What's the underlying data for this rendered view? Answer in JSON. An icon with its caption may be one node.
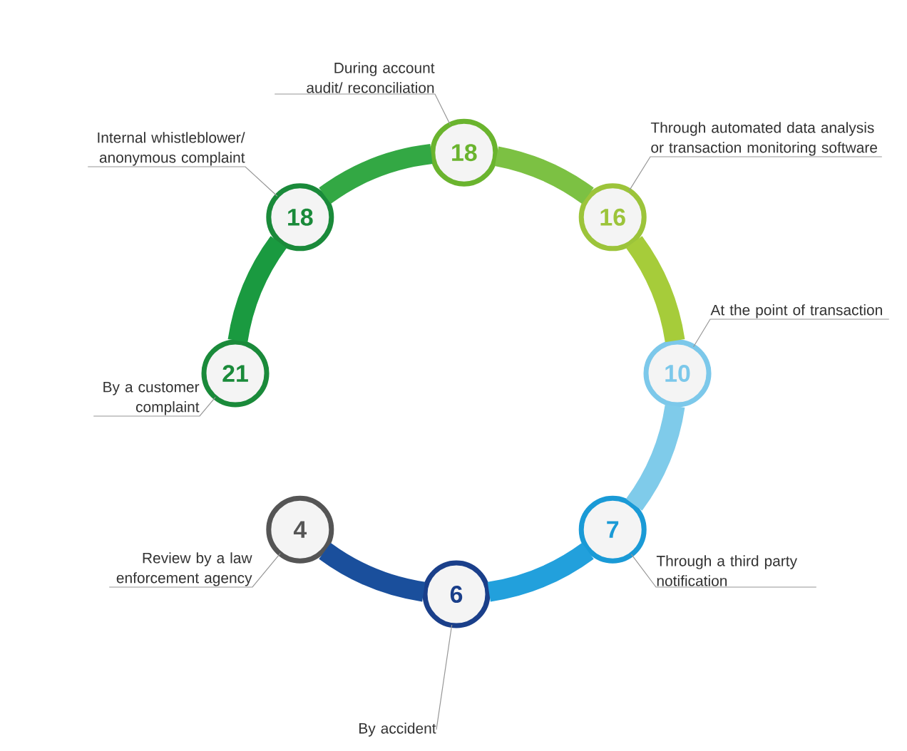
{
  "diagram": {
    "nodes": [
      {
        "text": [
          "21"
        ]
      },
      {
        "text": [
          "18"
        ]
      },
      {
        "text": [
          "18"
        ]
      },
      {
        "text": [
          "16"
        ]
      },
      {
        "text": [
          "10"
        ]
      },
      {
        "text": [
          "7"
        ]
      },
      {
        "text": [
          "6"
        ]
      },
      {
        "text": [
          "4"
        ]
      },
      {
        "text": [
          "By a customer complaint"
        ]
      },
      {
        "text": [
          "Internal whistleblower/ anonymous complaint"
        ]
      },
      {
        "text": [
          "During account audit/ reconciliation"
        ]
      },
      {
        "text": [
          "Through automated data analysis or transaction monitoring software"
        ]
      },
      {
        "text": [
          "At the point of transaction"
        ]
      },
      {
        "text": [
          "Through a third party notification"
        ]
      },
      {
        "text": [
          "By accident"
        ]
      },
      {
        "text": [
          "Review by a law enforcement agency"
        ]
      }
    ],
    "edges": [
      {
        "from": 0,
        "to": 1,
        "arrow": "none",
        "style": "thick",
        "color": "#1a9a40"
      },
      {
        "from": 1,
        "to": 2,
        "arrow": "none",
        "style": "thick",
        "color": "#33a844"
      },
      {
        "from": 2,
        "to": 3,
        "arrow": "none",
        "style": "thick",
        "color": "#7cc143"
      },
      {
        "from": 3,
        "to": 4,
        "arrow": "none",
        "style": "thick",
        "color": "#a6cc3a"
      },
      {
        "from": 4,
        "to": 5,
        "arrow": "none",
        "style": "thick",
        "color": "#7fcbea"
      },
      {
        "from": 5,
        "to": 6,
        "arrow": "none",
        "style": "thick",
        "color": "#22a0dc"
      },
      {
        "from": 6,
        "to": 7,
        "arrow": "none",
        "style": "thick",
        "color": "#1a4f9c"
      },
      {
        "from": 8,
        "to": 0,
        "arrow": "none"
      },
      {
        "from": 9,
        "to": 1,
        "arrow": "none"
      },
      {
        "from": 10,
        "to": 2,
        "arrow": "none"
      },
      {
        "from": 11,
        "to": 3,
        "arrow": "none"
      },
      {
        "from": 12,
        "to": 4,
        "arrow": "none"
      },
      {
        "from": 13,
        "to": 5,
        "arrow": "none"
      },
      {
        "from": 14,
        "to": 6,
        "arrow": "none"
      },
      {
        "from": 15,
        "to": 7,
        "arrow": "none"
      }
    ]
  }
}
